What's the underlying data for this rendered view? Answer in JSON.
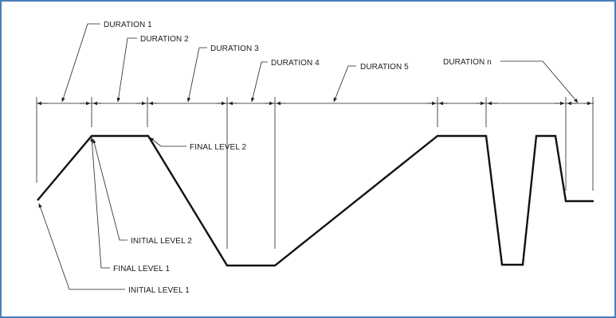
{
  "frame_color": "#4a7ebb",
  "waveform_color": "#111111",
  "duration_labels": {
    "d1": "DURATION 1",
    "d2": "DURATION 2",
    "d3": "DURATION 3",
    "d4": "DURATION 4",
    "d5": "DURATION 5",
    "dn": "DURATION n"
  },
  "level_labels": {
    "final2": "FINAL LEVEL 2",
    "initial2": "INITIAL LEVEL 2",
    "final1": "FINAL LEVEL 1",
    "initial1": "INITIAL LEVEL 1"
  }
}
